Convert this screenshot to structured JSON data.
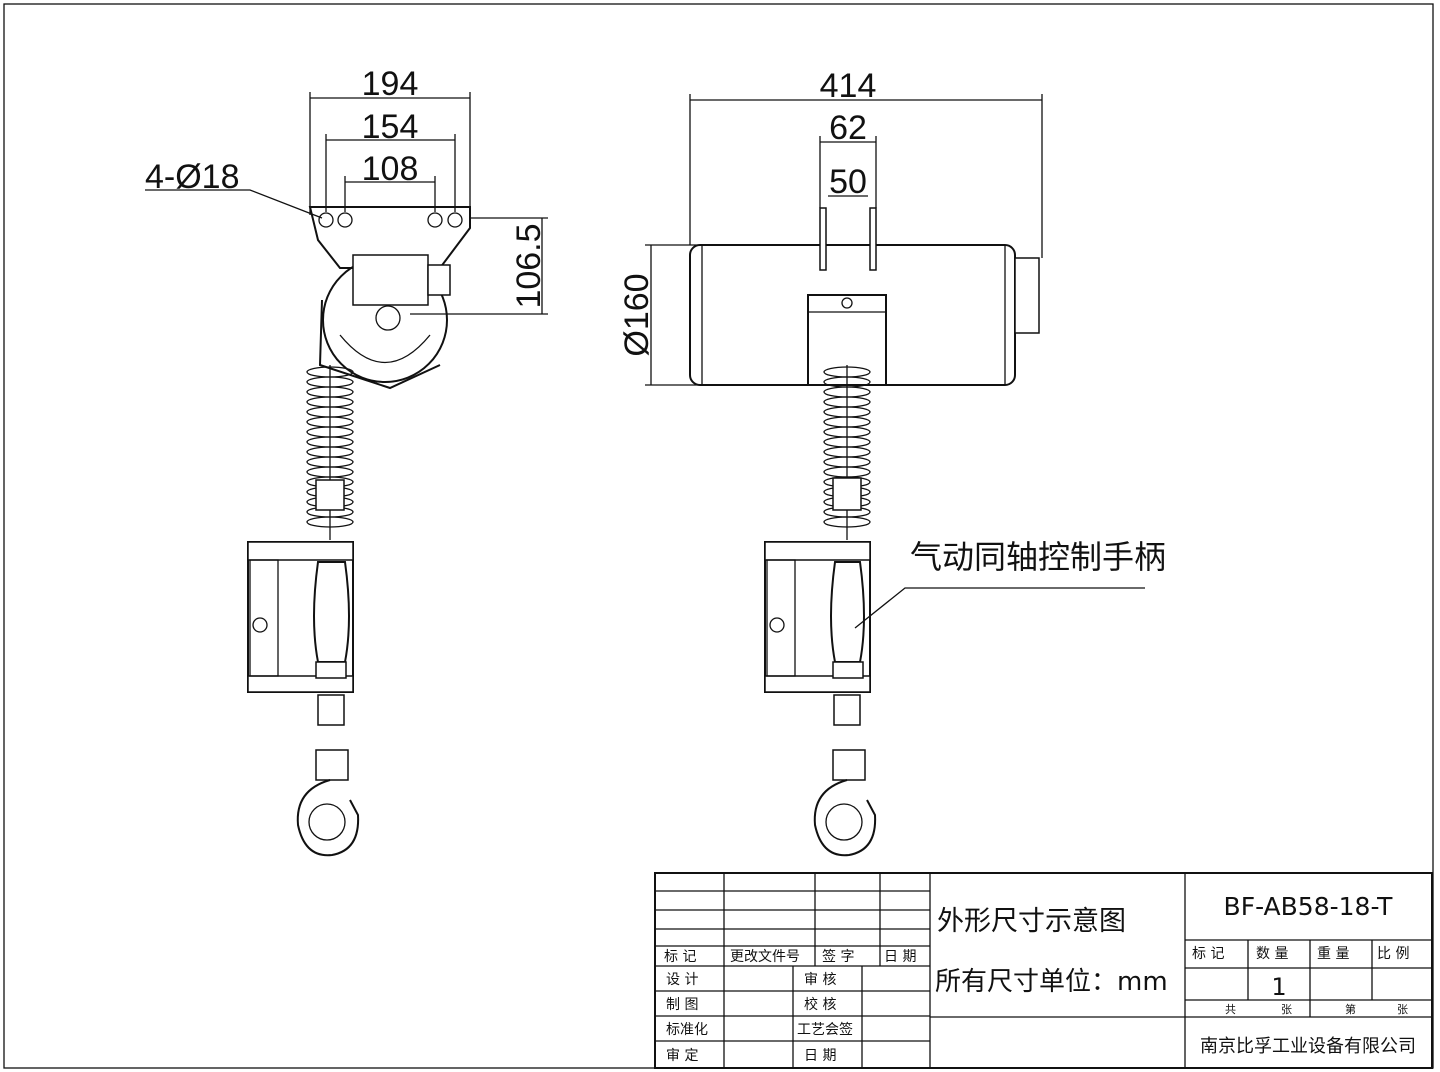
{
  "dimensions": {
    "side_width_outer": "194",
    "side_width_mid": "154",
    "side_width_inner": "108",
    "holes": "4-Ø18",
    "side_height": "106.5",
    "front_length": "414",
    "front_bracket_outer": "62",
    "front_bracket_inner": "50",
    "front_diameter": "Ø160"
  },
  "callout": "气动同轴控制手柄",
  "title_block": {
    "revision_headers": [
      "标  记",
      "更改文件号",
      "签    字",
      "日    期"
    ],
    "approval_rows": [
      {
        "left": "设  计",
        "right": "审  核"
      },
      {
        "left": "制  图",
        "right": "校  核"
      },
      {
        "left": "标准化",
        "right": "工艺会签"
      },
      {
        "left": "审  定",
        "right": "日  期"
      }
    ],
    "drawing_title": "外形尺寸示意图",
    "unit_note": "所有尺寸单位：mm",
    "model": "BF-AB58-18-T",
    "info_headers": [
      "标  记",
      "数  量",
      "重  量",
      "比  例"
    ],
    "quantity": "1",
    "sheet_labels": [
      "共",
      "张",
      "第",
      "张"
    ],
    "company": "南京比孚工业设备有限公司"
  }
}
